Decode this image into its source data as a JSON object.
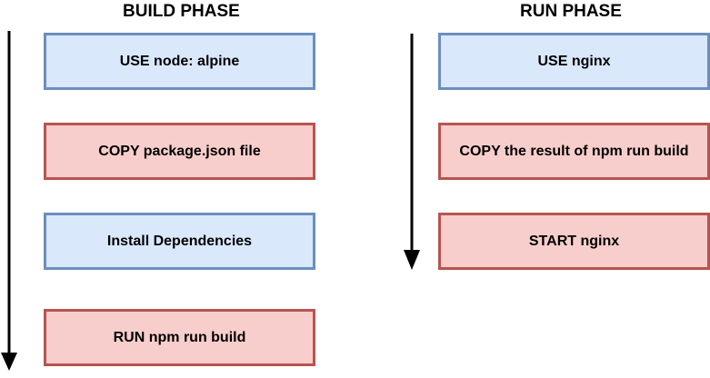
{
  "colors": {
    "blue_fill": "#dae8fc",
    "blue_border": "#6c8ebf",
    "red_fill": "#f8cecc",
    "red_border": "#b85450",
    "arrow": "#000000"
  },
  "build_phase": {
    "title": "BUILD PHASE",
    "steps": [
      {
        "label": "USE node: alpine",
        "style": "blue"
      },
      {
        "label": "COPY package.json file",
        "style": "red"
      },
      {
        "label": "Install Dependencies",
        "style": "blue"
      },
      {
        "label": "RUN npm run build",
        "style": "red"
      }
    ]
  },
  "run_phase": {
    "title": "RUN PHASE",
    "steps": [
      {
        "label": "USE nginx",
        "style": "blue"
      },
      {
        "label": "COPY the result of npm run build",
        "style": "red"
      },
      {
        "label": "START nginx",
        "style": "red"
      }
    ]
  }
}
